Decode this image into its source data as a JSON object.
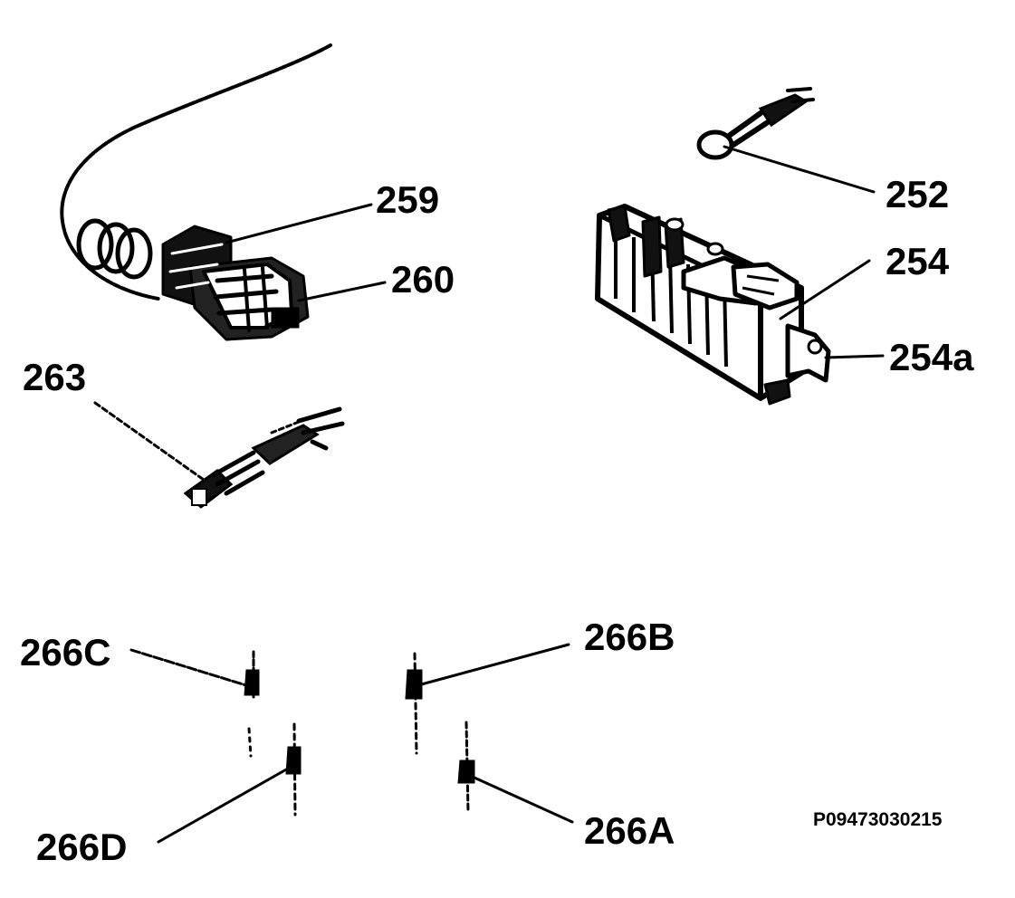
{
  "diagram": {
    "callouts": {
      "c259": "259",
      "c260": "260",
      "c263": "263",
      "c252": "252",
      "c254": "254",
      "c254a": "254a",
      "c266A": "266A",
      "c266B": "266B",
      "c266C": "266C",
      "c266D": "266D"
    },
    "drawing_code": "P09473030215"
  }
}
